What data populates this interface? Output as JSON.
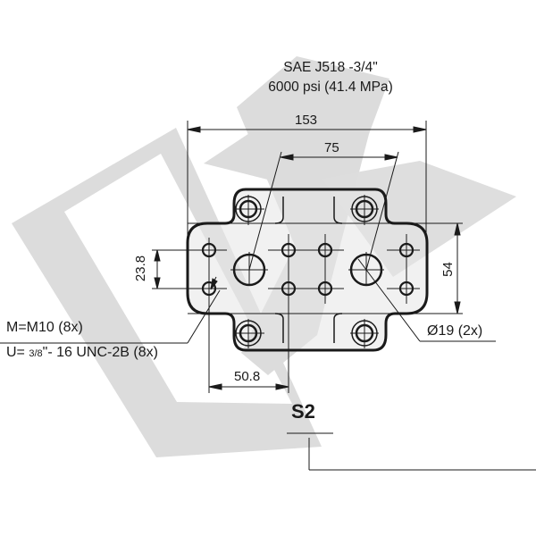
{
  "drawing": {
    "title_line1": "SAE J518 -3/4\"",
    "title_line2": "6000 psi (41.4 MPa)",
    "section_label": "S2",
    "watermark": "DV",
    "colors": {
      "line": "#1a1a1a",
      "watermark": "#dcdcdc",
      "plate_fill": "#e9e9e9"
    }
  },
  "dimensions": {
    "overall_width": "153",
    "port_spacing": "75",
    "bolt_vertical": "23.8",
    "plate_height": "54",
    "bolt_offset": "50.8"
  },
  "callouts": {
    "port_diameter": "Ø19 (2x)",
    "thread_metric": "M=M10 (8x)",
    "thread_unc_prefix": "U=",
    "thread_unc_fraction": "3/8",
    "thread_unc_suffix": "\"- 16 UNC-2B (8x)"
  }
}
